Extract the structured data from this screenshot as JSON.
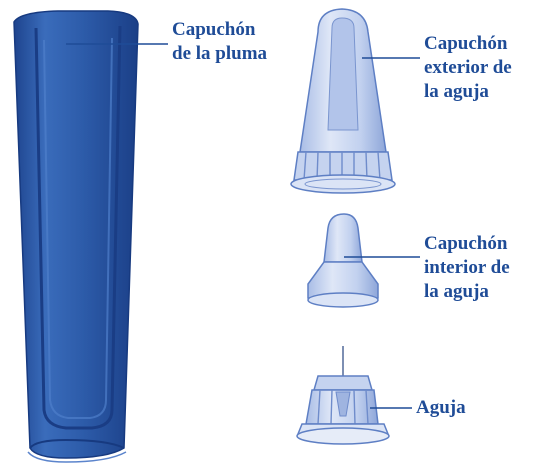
{
  "colors": {
    "label_text": "#1f4c97",
    "pen_cap_body": "#2d5caa",
    "pen_cap_dark": "#1b3f87",
    "part_fill": "#c5d3ef",
    "part_stroke": "#5e7fc4",
    "leader_line": "#1f4c97"
  },
  "labels": {
    "pen_cap": [
      "Capuchón",
      "de la pluma"
    ],
    "outer_needle_cap": [
      "Capuchón",
      "exterior de",
      "la aguja"
    ],
    "inner_needle_cap": [
      "Capuchón",
      "interior de",
      "la aguja"
    ],
    "needle": [
      "Aguja"
    ]
  }
}
